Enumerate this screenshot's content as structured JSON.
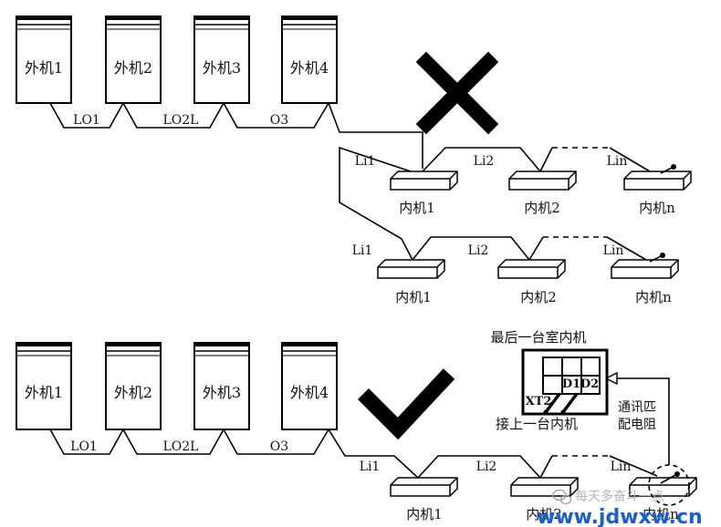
{
  "top": {
    "outdoor_units": [
      "外机1",
      "外机2",
      "外机3",
      "外机4"
    ],
    "outdoor_links": [
      "LO1",
      "LO2L",
      "O3"
    ],
    "row1": {
      "indoor_units": [
        "内机1",
        "内机2",
        "内机n"
      ],
      "links": [
        "Li1",
        "Li2",
        "Lin"
      ]
    },
    "row2": {
      "indoor_units": [
        "内机1",
        "内机2",
        "内机n"
      ],
      "links": [
        "Li1",
        "Li2",
        "Lin"
      ]
    }
  },
  "bottom": {
    "outdoor_units": [
      "外机1",
      "外机2",
      "外机3",
      "外机4"
    ],
    "outdoor_links": [
      "LO1",
      "LO2L",
      "O3"
    ],
    "row": {
      "indoor_units": [
        "内机1",
        "内机2",
        "内机n"
      ],
      "links": [
        "Li1",
        "Li2",
        "Lin"
      ]
    },
    "detail": {
      "title": "最后一台室内机",
      "terminal_xt2": "XT2",
      "terminal_d1": "D1",
      "terminal_d2": "D2",
      "connect_label": "接上一台内机",
      "resistor_label_line1": "通讯匹",
      "resistor_label_line2": "配电阻"
    }
  },
  "marks": {
    "wrong": "cross-mark",
    "right": "check-mark"
  },
  "watermark": {
    "account": "每天多奋斗一点",
    "site": "www.jdwxw.cn",
    "site_color": "#1a5fd0"
  }
}
